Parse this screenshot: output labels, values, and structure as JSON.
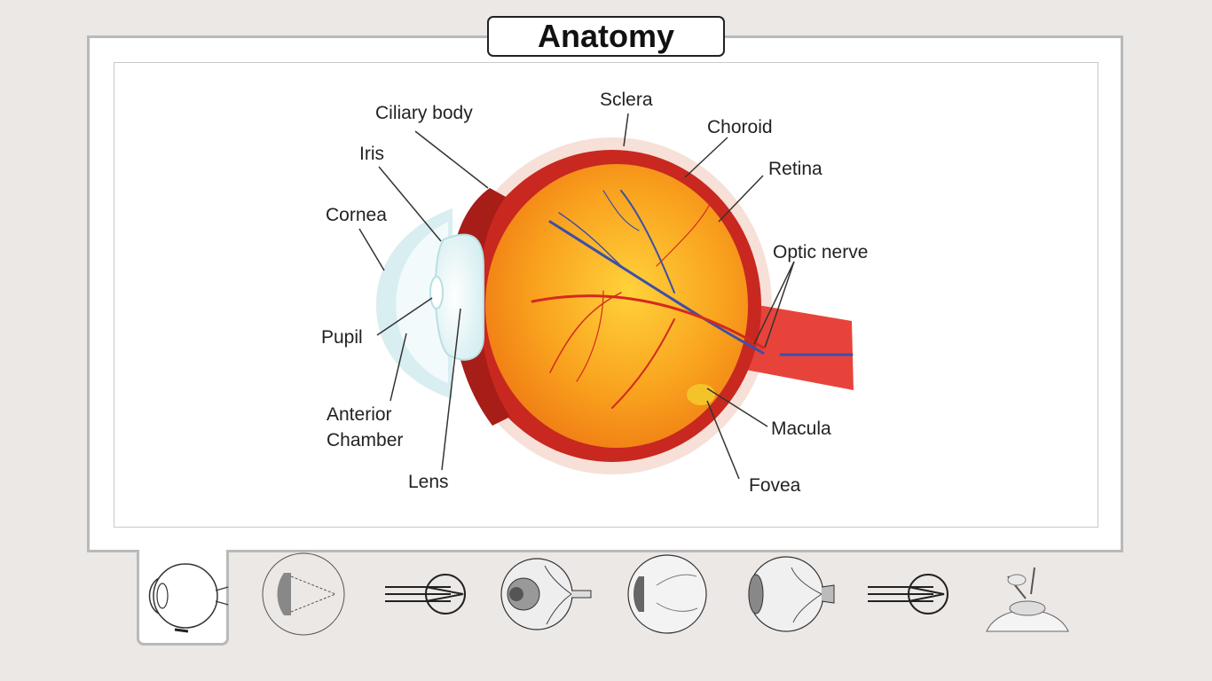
{
  "title": "Anatomy",
  "labels": {
    "ciliary_body": "Ciliary body",
    "sclera": "Sclera",
    "choroid": "Choroid",
    "iris": "Iris",
    "retina": "Retina",
    "cornea": "Cornea",
    "optic_nerve": "Optic nerve",
    "pupil": "Pupil",
    "anterior": "Anterior",
    "chamber": "Chamber",
    "lens": "Lens",
    "macula": "Macula",
    "fovea": "Fovea"
  },
  "thumbnails": [
    {
      "name": "thumb-eye-cross-section",
      "active": true
    },
    {
      "name": "thumb-eye-vision-field",
      "active": false
    },
    {
      "name": "thumb-light-refraction-1",
      "active": false
    },
    {
      "name": "thumb-eye-retina-vessels",
      "active": false
    },
    {
      "name": "thumb-fundus-view",
      "active": false
    },
    {
      "name": "thumb-eye-optic-nerve",
      "active": false
    },
    {
      "name": "thumb-light-refraction-2",
      "active": false
    },
    {
      "name": "thumb-cornea-surgery",
      "active": false
    }
  ],
  "colors": {
    "vitreous": "#f79a1e",
    "choroid": "#c8281f",
    "sclera": "#f3d2c4",
    "cornea": "#d6eef0",
    "lens": "#e8f6f7",
    "vein": "#3d4fa8",
    "artery": "#d42a1e"
  }
}
